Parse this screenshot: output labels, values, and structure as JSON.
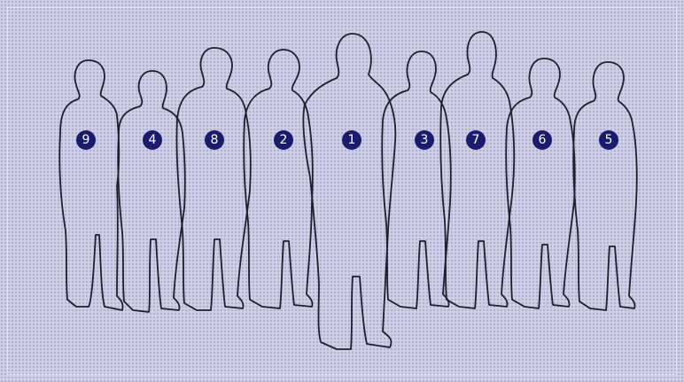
{
  "colors": {
    "background": "#cbcbe4",
    "outline": "#1f1f2b",
    "badge_fill": "#1b1b6e",
    "badge_text": "#ffffff"
  },
  "figures": [
    {
      "id": "figure-9",
      "label": "9"
    },
    {
      "id": "figure-4",
      "label": "4"
    },
    {
      "id": "figure-8",
      "label": "8"
    },
    {
      "id": "figure-2",
      "label": "2"
    },
    {
      "id": "figure-1",
      "label": "1"
    },
    {
      "id": "figure-3",
      "label": "3"
    },
    {
      "id": "figure-7",
      "label": "7"
    },
    {
      "id": "figure-6",
      "label": "6"
    },
    {
      "id": "figure-5",
      "label": "5"
    }
  ]
}
